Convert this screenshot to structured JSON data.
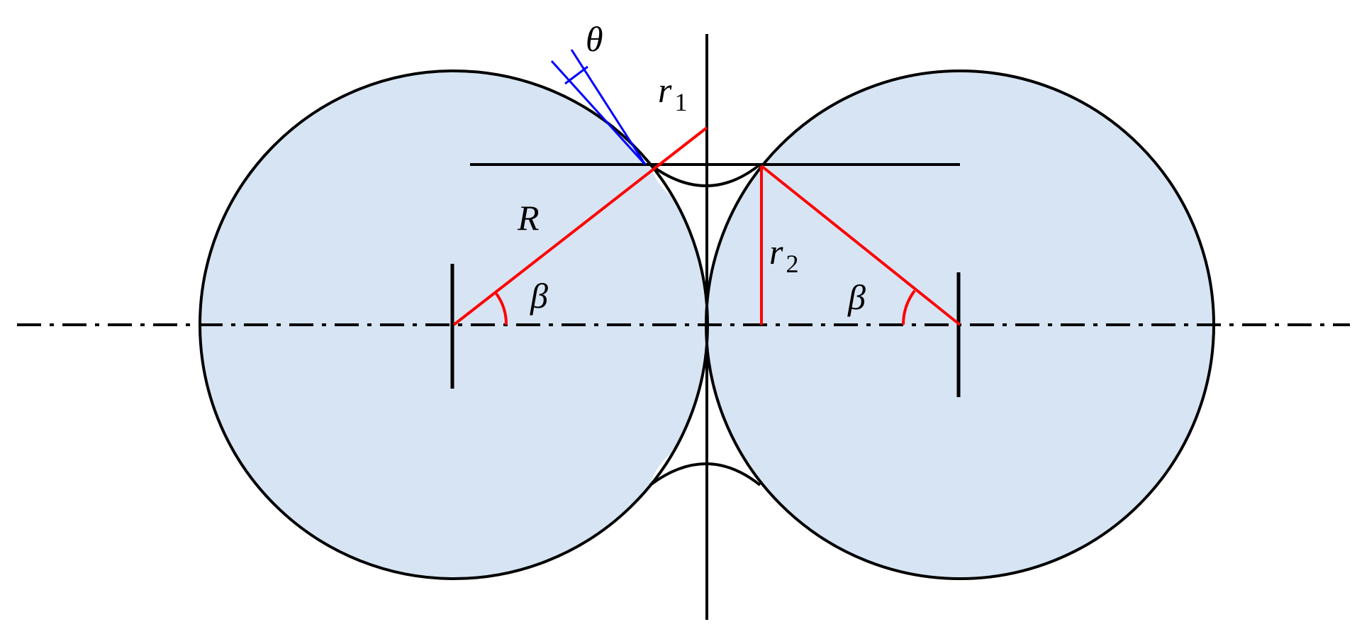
{
  "labels": {
    "theta": "θ",
    "r1_main": "r",
    "r1_sub": "1",
    "r2_main": "r",
    "r2_sub": "2",
    "R": "R",
    "beta_left": "β",
    "beta_right": "β"
  },
  "colors": {
    "sphere_fill": "#d6e4f3",
    "outline": "#000000",
    "radius_line": "#ff0000",
    "contact_angle": "#0000ff"
  }
}
